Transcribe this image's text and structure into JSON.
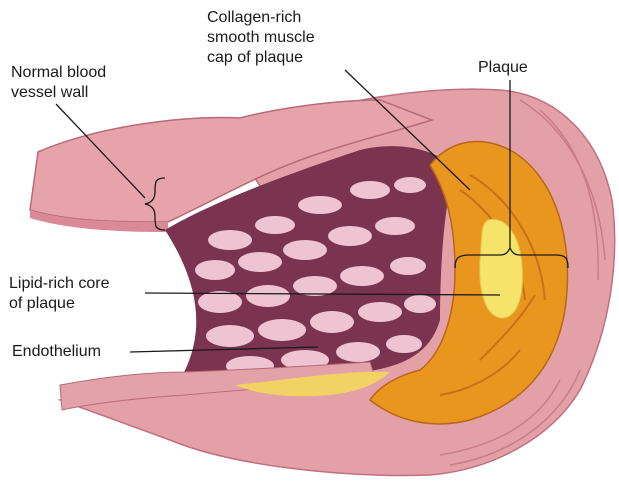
{
  "labels": {
    "normal_wall": [
      "Normal blood",
      "vessel wall"
    ],
    "collagen_cap": [
      "Collagen-rich",
      "smooth muscle",
      "cap of plaque"
    ],
    "plaque": "Plaque",
    "lipid_core": [
      "Lipid-rich core",
      "of plaque"
    ],
    "endothelium": "Endothelium"
  },
  "colors": {
    "vessel_wall": "#e3a0a6",
    "vessel_wall_dark": "#c9707c",
    "lumen_shadow": "#8a3c54",
    "lumen_cells": "#eec3d2",
    "plaque_orange": "#e8961e",
    "plaque_dark": "#c8701a",
    "lipid_yellow": "#f5e36a",
    "leader_line": "#1a1a1a"
  }
}
